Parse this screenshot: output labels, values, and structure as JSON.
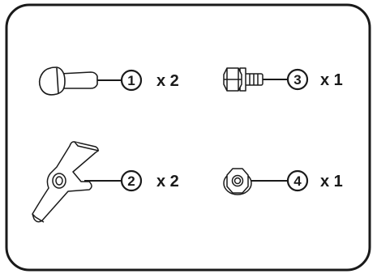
{
  "parts": [
    {
      "id": "part-1",
      "number": "1",
      "quantity": "x 2",
      "icon": "pin-icon"
    },
    {
      "id": "part-2",
      "number": "2",
      "quantity": "x 2",
      "icon": "wing-bracket-icon"
    },
    {
      "id": "part-3",
      "number": "3",
      "quantity": "x 1",
      "icon": "flange-bolt-icon"
    },
    {
      "id": "part-4",
      "number": "4",
      "quantity": "x 1",
      "icon": "flange-nut-icon"
    }
  ],
  "colors": {
    "stroke": "#1a1a1a",
    "background": "#ffffff"
  }
}
